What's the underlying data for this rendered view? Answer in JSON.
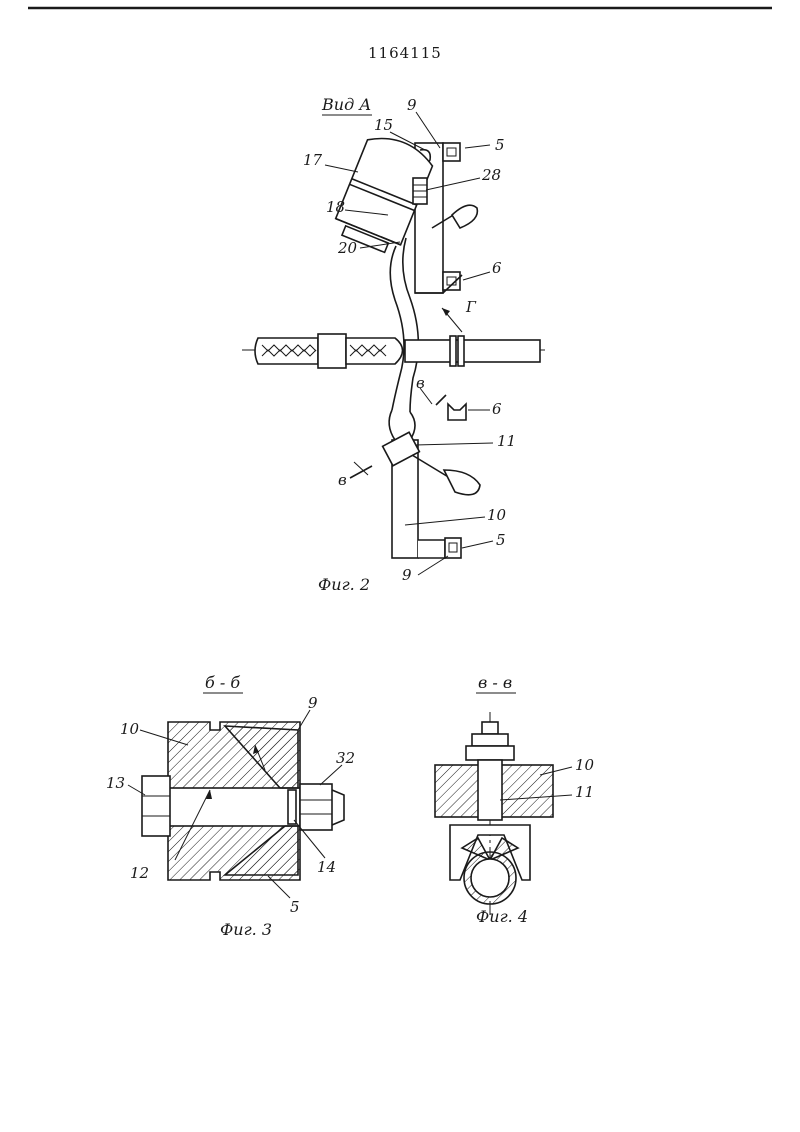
{
  "document": {
    "patent_number": "1164115"
  },
  "figure2": {
    "view_title": "Вид А",
    "caption": "Фиг. 2",
    "labels": {
      "l9_top": "9",
      "l15": "15",
      "l5_top": "5",
      "l17": "17",
      "l28": "28",
      "l18": "18",
      "l20": "20",
      "l6_mid": "6",
      "lG": "Г",
      "lV_upper": "в",
      "l6_low": "6",
      "l11": "11",
      "lV_lower": "в",
      "l10": "10",
      "l5_bottom": "5",
      "l9_bottom": "9"
    }
  },
  "figure3": {
    "section_title": "б - б",
    "caption": "Фиг. 3",
    "labels": {
      "l10": "10",
      "l9": "9",
      "l32": "32",
      "l13": "13",
      "l12": "12",
      "l14": "14",
      "l5": "5"
    }
  },
  "figure4": {
    "section_title": "в - в",
    "caption": "Фиг. 4",
    "labels": {
      "l10": "10",
      "l11": "11"
    }
  }
}
